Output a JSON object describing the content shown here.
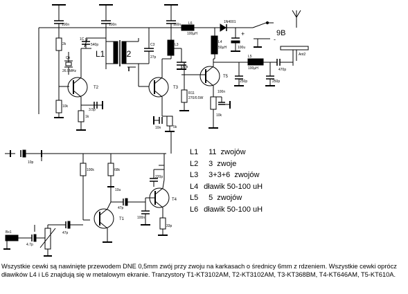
{
  "schematic": {
    "labels": {
      "l1": "L1",
      "l2": "L2",
      "c1": "1C",
      "c2": "540p",
      "c3": "C3",
      "c4": "100n",
      "c5": "3.5p",
      "c6": "27p",
      "c7": "30p",
      "c8": "100n",
      "xtal_name": "Qz",
      "xtal_freq": "26.9MHz",
      "r_2k": "2k",
      "r_10k": "10k",
      "r_5k": "5k",
      "r_1k": "1k",
      "t2": "T2",
      "t3": "T3",
      "t5": "T5",
      "t1": "T1",
      "t4": "T4",
      "l3": "L3",
      "l4": "L4",
      "l4_val": "50µH",
      "l5": "L5",
      "l5_val": "100µH",
      "l6": "L6",
      "l6_val": "100µH",
      "dz": "1N4001",
      "c100u": "100u",
      "r11": "R11",
      "r11_val": "270/0.5W",
      "c250": "250p",
      "c10n": "10n",
      "c470": "470p",
      "c100n_out": "100n",
      "ant": "Ant2",
      "plus": "+",
      "minus": "-",
      "supply": "9B",
      "mic": "Bx1",
      "c_in": "10p",
      "c_in2": "4.7p",
      "c47": "47p",
      "c10u": "10u",
      "r100k": "100k",
      "r68k": "68k",
      "c220": "220p",
      "c100n_b": "100n",
      "c33": "33p"
    }
  },
  "legend": [
    {
      "name": "L1",
      "value": "11",
      "desc": "zwojów"
    },
    {
      "name": "L2",
      "value": "3",
      "desc": "zwoje"
    },
    {
      "name": "L3",
      "value": "3+3+6",
      "desc": "zwojów"
    },
    {
      "name": "L4",
      "value": "",
      "desc": "dławik 50-100 uH"
    },
    {
      "name": "L5",
      "value": "5",
      "desc": "zwojów"
    },
    {
      "name": "L6",
      "value": "",
      "desc": "dławik 50-100 uH"
    }
  ],
  "footnote": "Wszystkie cewki są nawinięte przewodem DNE 0,5mm zwój przy zwoju na karkasach o średnicy 6mm z rdzeniem. Wszystkie cewki oprócz dławików L4 i L6 znajdują się w metalowym ekranie. Tranzystory T1-KT3102AM, T2-KT3102AM, T3-KT368BM, T4-KT646AM, T5-KT610A."
}
